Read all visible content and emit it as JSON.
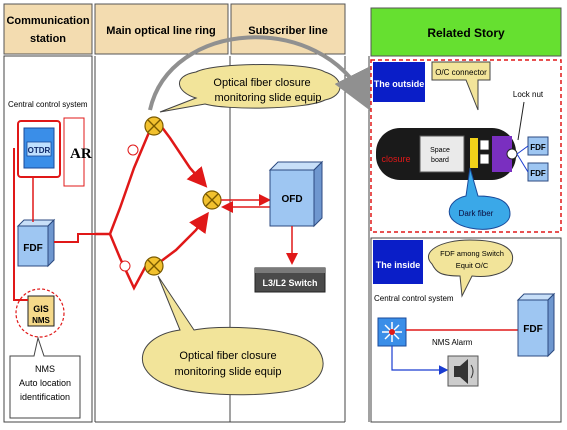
{
  "headers": {
    "comm_station_line1": "Communication",
    "comm_station_line2": "station",
    "main_ring": "Main optical line ring",
    "subscriber": "Subscriber line",
    "related_story": "Related Story"
  },
  "left": {
    "central_control": "Central control system",
    "otdr": "OTDR",
    "ar": "AR",
    "fdf": "FDF",
    "gis": "GIS",
    "nms": "NMS",
    "nms_note_line1": "NMS",
    "nms_note_line2": "Auto location",
    "nms_note_line3": "identification"
  },
  "ring": {
    "callout_top_line1": "Optical fiber closure",
    "callout_top_line2": "monitoring slide equip",
    "callout_bottom_line1": "Optical fiber closure",
    "callout_bottom_line2": "monitoring slide equip",
    "ofd": "OFD",
    "switch": "L3/L2 Switch"
  },
  "outside": {
    "title": "The outside",
    "oc_connector": "O/C connector",
    "lock_nut": "Lock nut",
    "closure": "closure",
    "space_board_line1": "Space",
    "space_board_line2": "board",
    "fdf1": "FDF",
    "fdf2": "FDF",
    "dark_fiber": "Dark fiber"
  },
  "inside": {
    "title": "The inside",
    "callout_line1": "FDF among Switch",
    "callout_line2": "Equit O/C",
    "central_control": "Central control system",
    "nms_alarm": "NMS Alarm",
    "fdf": "FDF"
  },
  "colors": {
    "header_bg": "#f3dcb0",
    "related_bg": "#66e030",
    "fiber_red": "#e01818",
    "callout_fill": "#f2e49a",
    "story_title_bg": "#0a1ec8",
    "box_blue": "#9ec6f2",
    "closure_body": "#1a1a1a"
  }
}
